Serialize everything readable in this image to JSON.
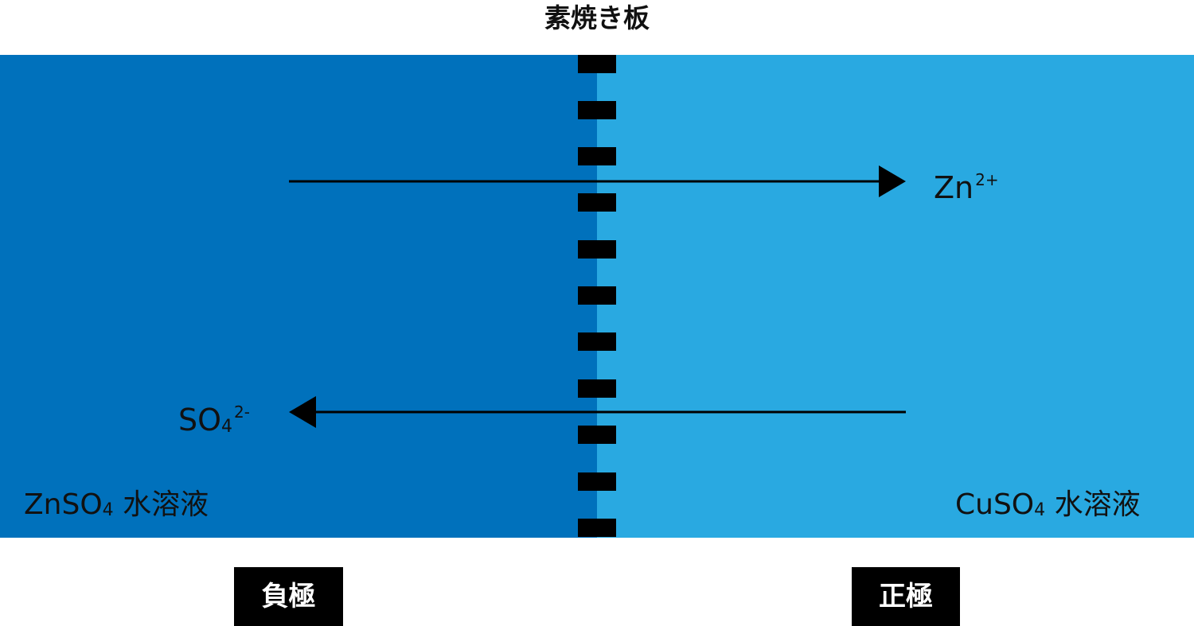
{
  "title": "素焼き板",
  "ions": {
    "zn": {
      "symbol": "Zn",
      "charge": "2+"
    },
    "so4": {
      "symbol": "SO",
      "subscript": "4",
      "charge": "2-"
    }
  },
  "solutions": {
    "left": {
      "formula": "ZnSO",
      "subscript": "4",
      "name": "水溶液"
    },
    "right": {
      "formula": "CuSO",
      "subscript": "4",
      "name": "水溶液"
    }
  },
  "electrodes": {
    "negative": "負極",
    "positive": "正極"
  },
  "colors": {
    "left_solution": "#0071bc",
    "right_solution": "#29a9e1",
    "porous_plate": "#000000",
    "arrow": "#000000"
  }
}
